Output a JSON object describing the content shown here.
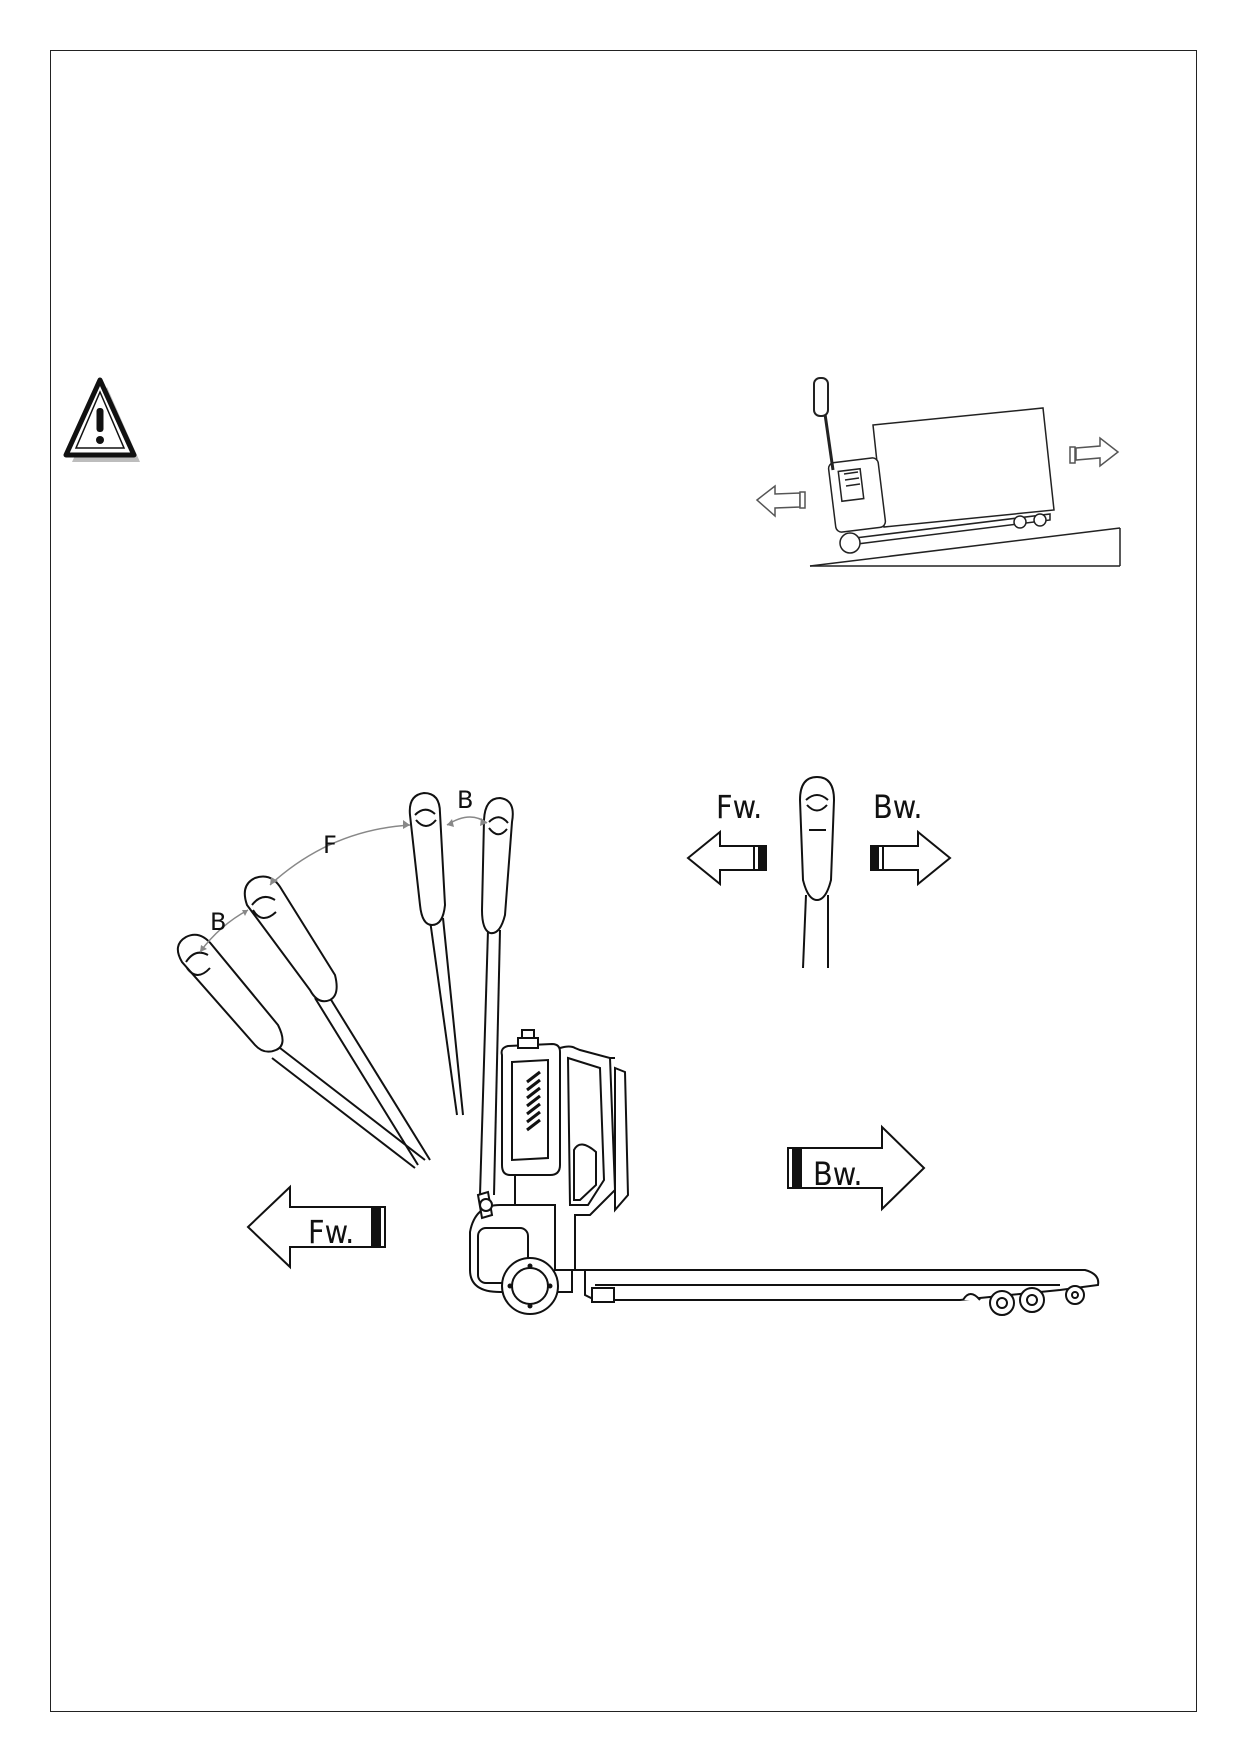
{
  "page": {
    "background": "#ffffff",
    "line_color": "#111111"
  },
  "icons": {
    "warning": "warning-triangle-icon"
  },
  "steering_diagram": {
    "zone_label_f": "F",
    "zone_label_b_low": "B",
    "zone_label_b_high": "B"
  },
  "handle_direction_inset": {
    "forward_label": "Fw.",
    "backward_label": "Bw."
  },
  "truck_direction": {
    "forward_label": "Fw.",
    "backward_label": "Bw."
  }
}
